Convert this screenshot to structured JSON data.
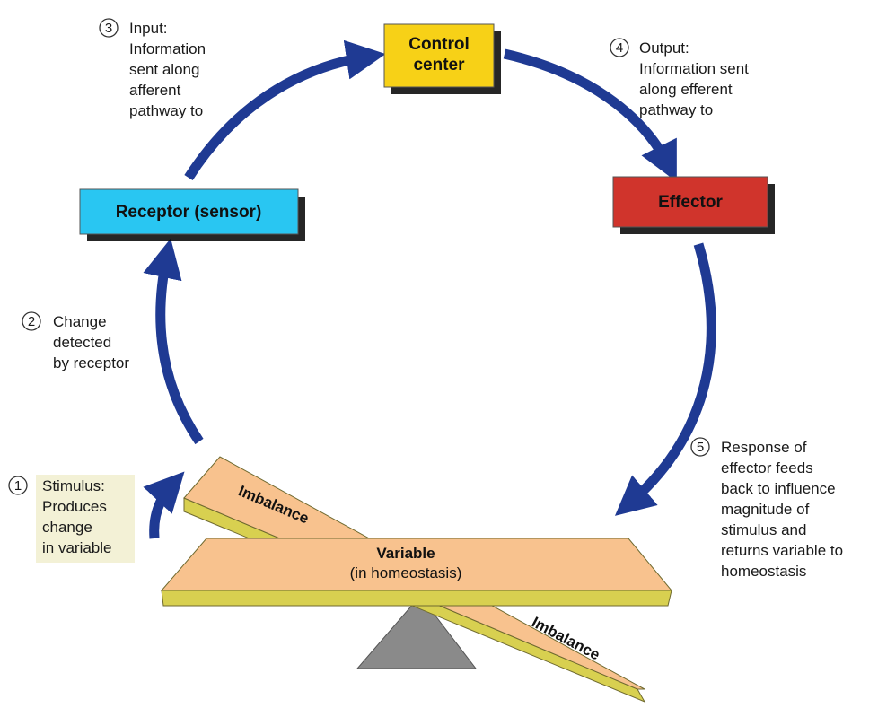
{
  "nodes": {
    "control_center": {
      "label_lines": [
        "Control",
        "center"
      ],
      "color": "#F7D117"
    },
    "receptor": {
      "label": "Receptor (sensor)",
      "color": "#29C6F2"
    },
    "effector": {
      "label": "Effector",
      "color": "#D0342C"
    }
  },
  "steps": [
    {
      "number": "1",
      "lines": [
        "Stimulus:",
        "Produces",
        "change",
        "in variable"
      ]
    },
    {
      "number": "2",
      "lines": [
        "Change",
        "detected",
        "by receptor"
      ]
    },
    {
      "number": "3",
      "lines": [
        "Input:",
        "Information",
        "sent along",
        "afferent",
        "pathway to"
      ]
    },
    {
      "number": "4",
      "lines": [
        "Output:",
        "Information sent",
        "along efferent",
        "pathway to"
      ]
    },
    {
      "number": "5",
      "lines": [
        "Response of",
        "effector feeds",
        "back to influence",
        "magnitude of",
        "stimulus and",
        "returns variable to",
        "homeostasis"
      ]
    }
  ],
  "balance": {
    "variable_label": "Variable",
    "variable_sub": "(in homeostasis)",
    "imbalance_top": "Imbalance",
    "imbalance_bottom": "Imbalance",
    "beam_color": "#F8C28E",
    "edge_color": "#D8D050"
  },
  "arrow_color": "#1F3A93",
  "stimulus_highlight_color": "#F3F1D6"
}
